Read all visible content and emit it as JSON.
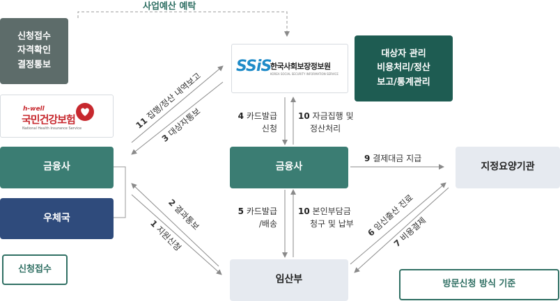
{
  "top_label": "사업예산 예탁",
  "left_column": {
    "process_box": [
      "신청접수",
      "자격확인",
      "결정통보"
    ],
    "nhis_logo": {
      "tagline": "h-well",
      "name": "국민건강보험",
      "english": "National Health Insurance Service"
    },
    "finance_box": "금융사",
    "post_box": "우체국",
    "apply_button": "신청접수"
  },
  "center_column": {
    "ssis_logo": {
      "mark": "SSiS",
      "name": "한국사회보장정보원",
      "english": "KOREA SOCIAL SECURITY INFORMATION SERVICE"
    },
    "finance_box": "금융사",
    "birth_box": "임산부"
  },
  "right_column": {
    "manage_box": [
      "대상자 관리",
      "비용처리/정산",
      "보고/통계관리"
    ],
    "provider_box": "지정요양기관",
    "method_button": "방문신청 방식 기준"
  },
  "flows": {
    "f1": {
      "num": "1",
      "text": "지원신청"
    },
    "f2": {
      "num": "2",
      "text": "결과통보"
    },
    "f3": {
      "num": "3",
      "text": "대상자통보"
    },
    "f4": {
      "num": "4",
      "text1": "카드발급",
      "text2": "신청"
    },
    "f5": {
      "num": "5",
      "text1": "카드발급",
      "text2": "/배송"
    },
    "f6": {
      "num": "6",
      "text": "임신출산 진료"
    },
    "f7": {
      "num": "7",
      "text": "비용결제"
    },
    "f9": {
      "num": "9",
      "text": "결제대금 지급"
    },
    "f10a": {
      "num": "10",
      "text1": "자금집행 및",
      "text2": "정산처리"
    },
    "f10b": {
      "num": "10",
      "text1": "본인부담금",
      "text2": "청구 및 납부"
    },
    "f11": {
      "num": "11",
      "text": "집행/정산 내역보고"
    }
  },
  "colors": {
    "teal": "#3b7d73",
    "navy": "#2f4b7c",
    "dark_green": "#1e5c52",
    "gray": "#5d6c6a",
    "light": "#e6eaf0",
    "arrow": "#888888"
  }
}
